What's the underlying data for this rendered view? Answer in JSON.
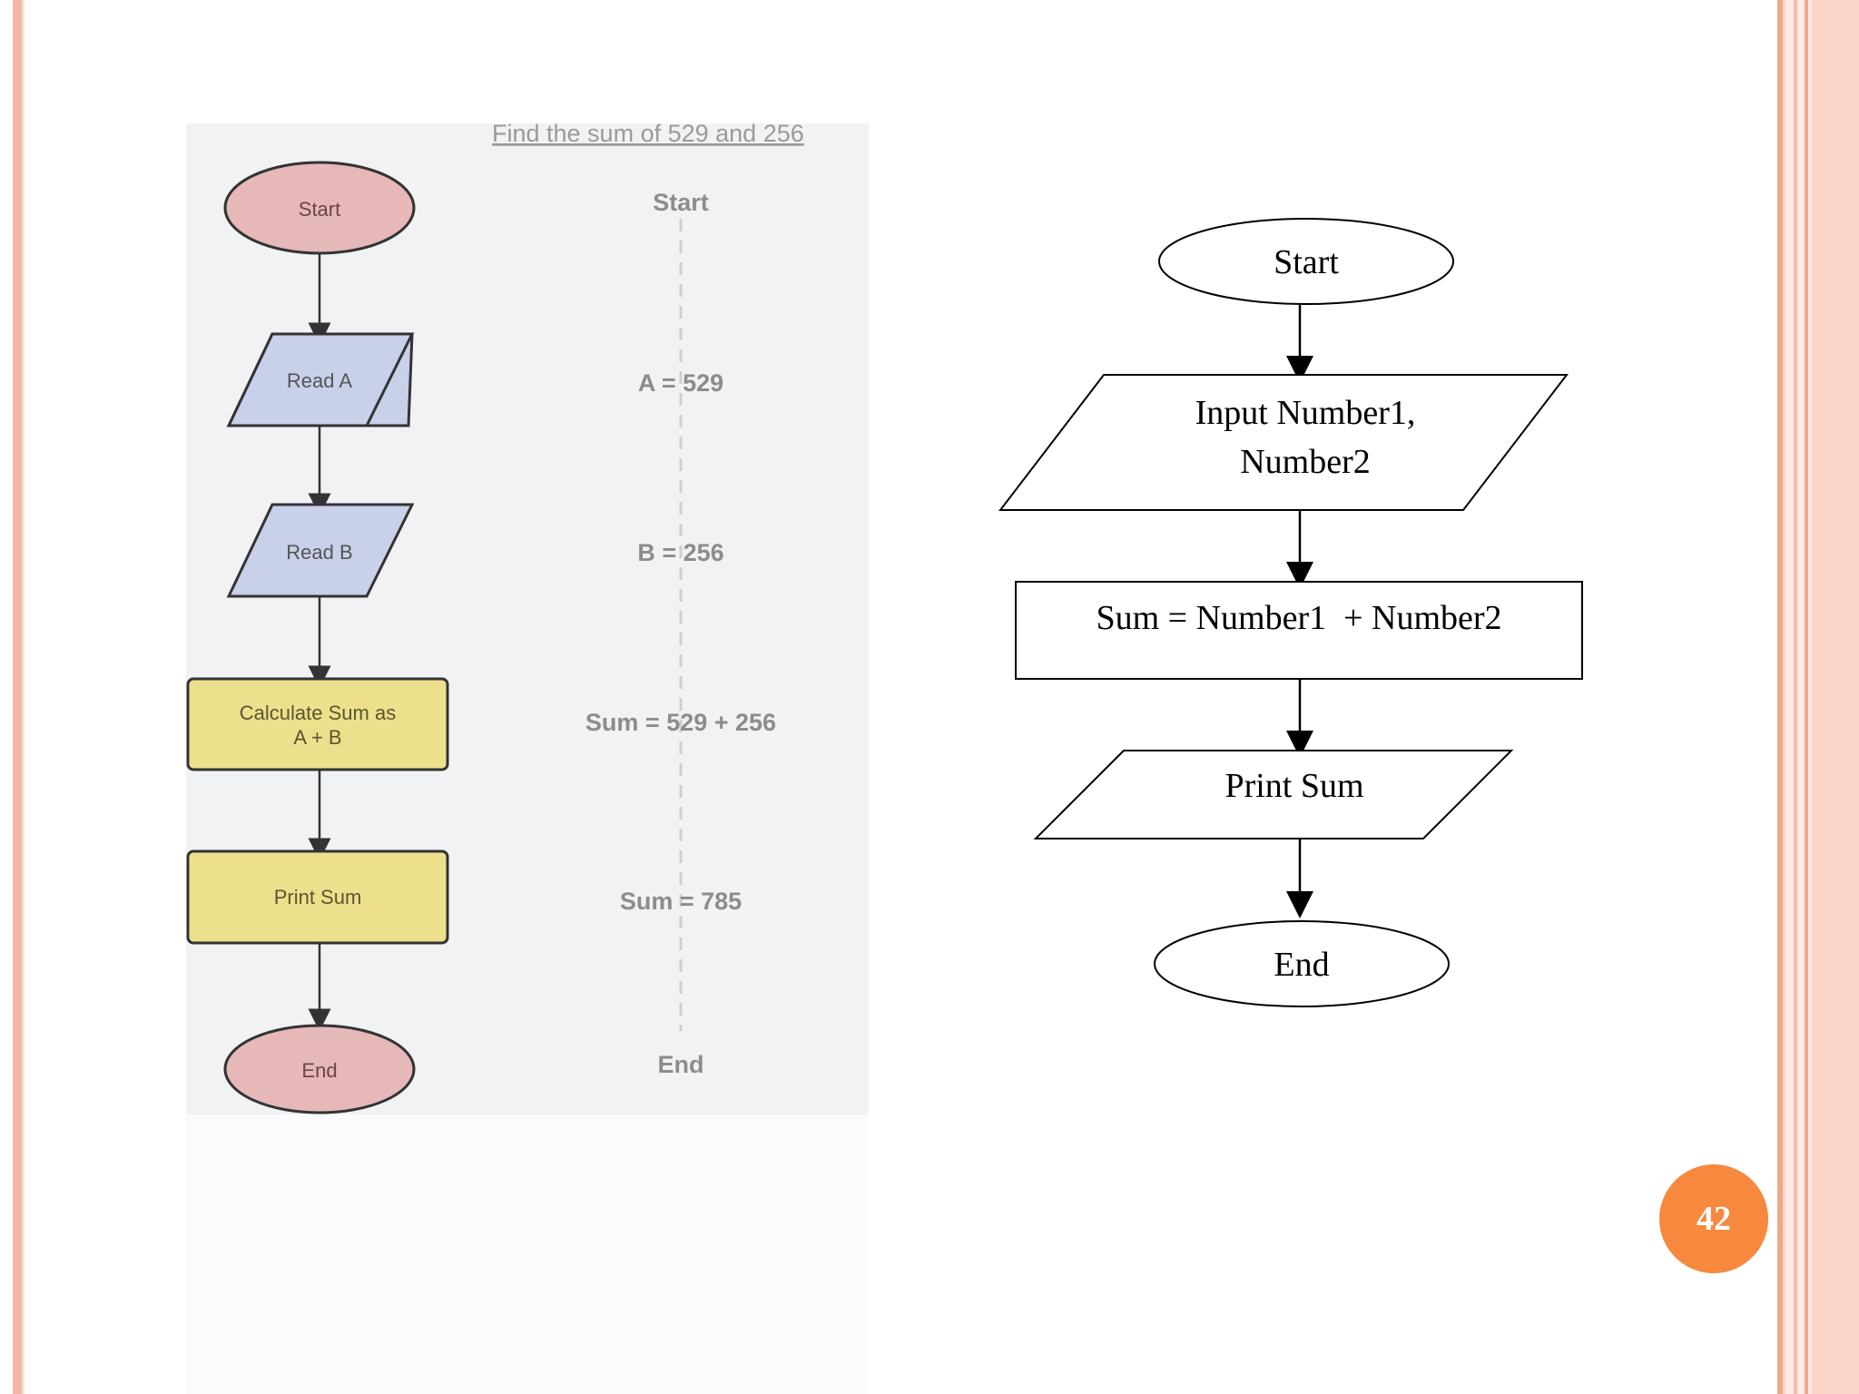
{
  "left_flowchart": {
    "title": "Find the sum of 529 and 256",
    "nodes": {
      "start": "Start",
      "read_a": "Read A",
      "read_b": "Read B",
      "calc_line1": "Calculate Sum as",
      "calc_line2": "A + B",
      "print": "Print Sum",
      "end": "End"
    },
    "trace": {
      "start": "Start",
      "a": "A = 529",
      "b": "B = 256",
      "sum_expr": "Sum = 529 + 256",
      "sum_val": "Sum = 785",
      "end": "End"
    },
    "colors": {
      "terminal": "#e6b8b8",
      "io": "#c9d0ea",
      "process": "#ede08c"
    }
  },
  "right_flowchart": {
    "start": "Start",
    "input_line1": "Input Number1,",
    "input_line2": "Number2",
    "process": "Sum = Number1  + Number2",
    "print": "Print Sum",
    "end": "End"
  },
  "page_number": "42"
}
